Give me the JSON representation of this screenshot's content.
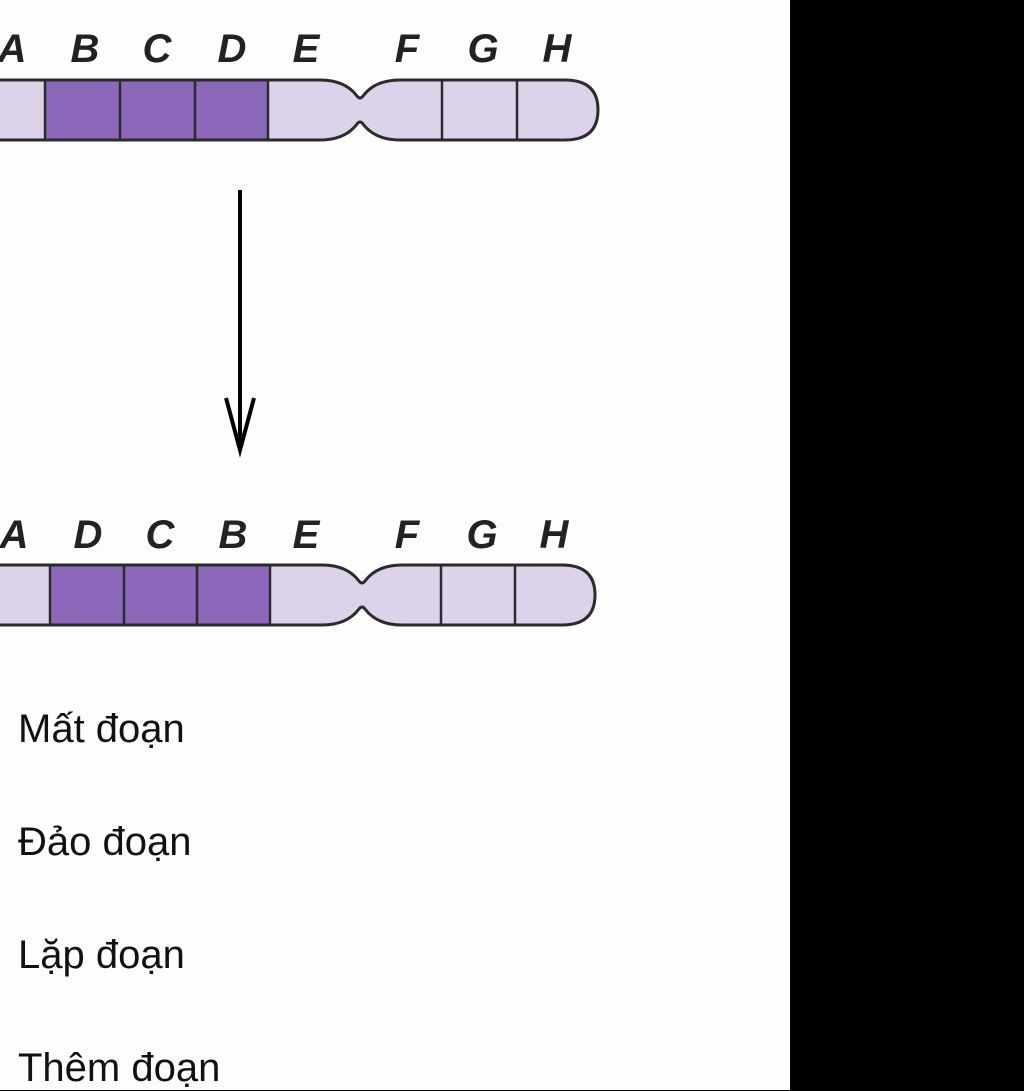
{
  "diagram": {
    "before": {
      "labels": [
        "A",
        "B",
        "C",
        "D",
        "E",
        "F",
        "G",
        "H"
      ],
      "highlighted": [
        "B",
        "C",
        "D"
      ]
    },
    "after": {
      "labels": [
        "A",
        "D",
        "C",
        "B",
        "E",
        "F",
        "G",
        "H"
      ],
      "highlighted": [
        "D",
        "C",
        "B"
      ]
    },
    "colors": {
      "light": "#dcd3ea",
      "dark": "#8a67b8",
      "outline": "#2b2b2b",
      "arrow": "#000000"
    }
  },
  "options": [
    {
      "label": "Mất đoạn"
    },
    {
      "label": "Đảo đoạn"
    },
    {
      "label": "Lặp đoạn"
    },
    {
      "label": "Thêm đoạn"
    }
  ]
}
